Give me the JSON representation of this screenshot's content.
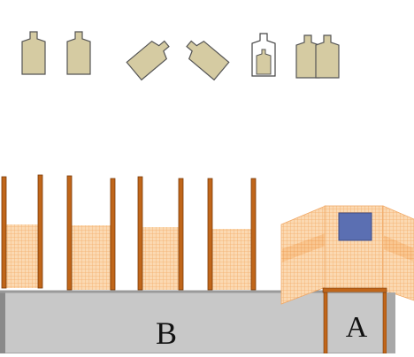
{
  "diagram": {
    "labels": {
      "zone_b": "B",
      "zone_a": "A"
    },
    "colors": {
      "target_fill": "#d5cba2",
      "target_stroke": "#555555",
      "no_shoot_fill": "#ffffff",
      "post": "#c0661a",
      "post_edge": "#7a3a08",
      "mesh": "#f8c48a",
      "mesh_strong": "#f3a860",
      "platform": "#c8c8c8",
      "platform_edge": "#7d7d7d",
      "window": "#5b6fb2"
    },
    "targets": [
      {
        "kind": "upright",
        "icon": "target-silhouette-icon"
      },
      {
        "kind": "upright",
        "icon": "target-silhouette-icon"
      },
      {
        "kind": "tilted-right",
        "icon": "target-silhouette-icon"
      },
      {
        "kind": "tilted-left",
        "icon": "target-silhouette-icon"
      },
      {
        "kind": "no-shoot-overlay",
        "icon": "no-shoot-target-icon"
      },
      {
        "kind": "double-overlap",
        "icon": "double-target-icon"
      }
    ]
  }
}
